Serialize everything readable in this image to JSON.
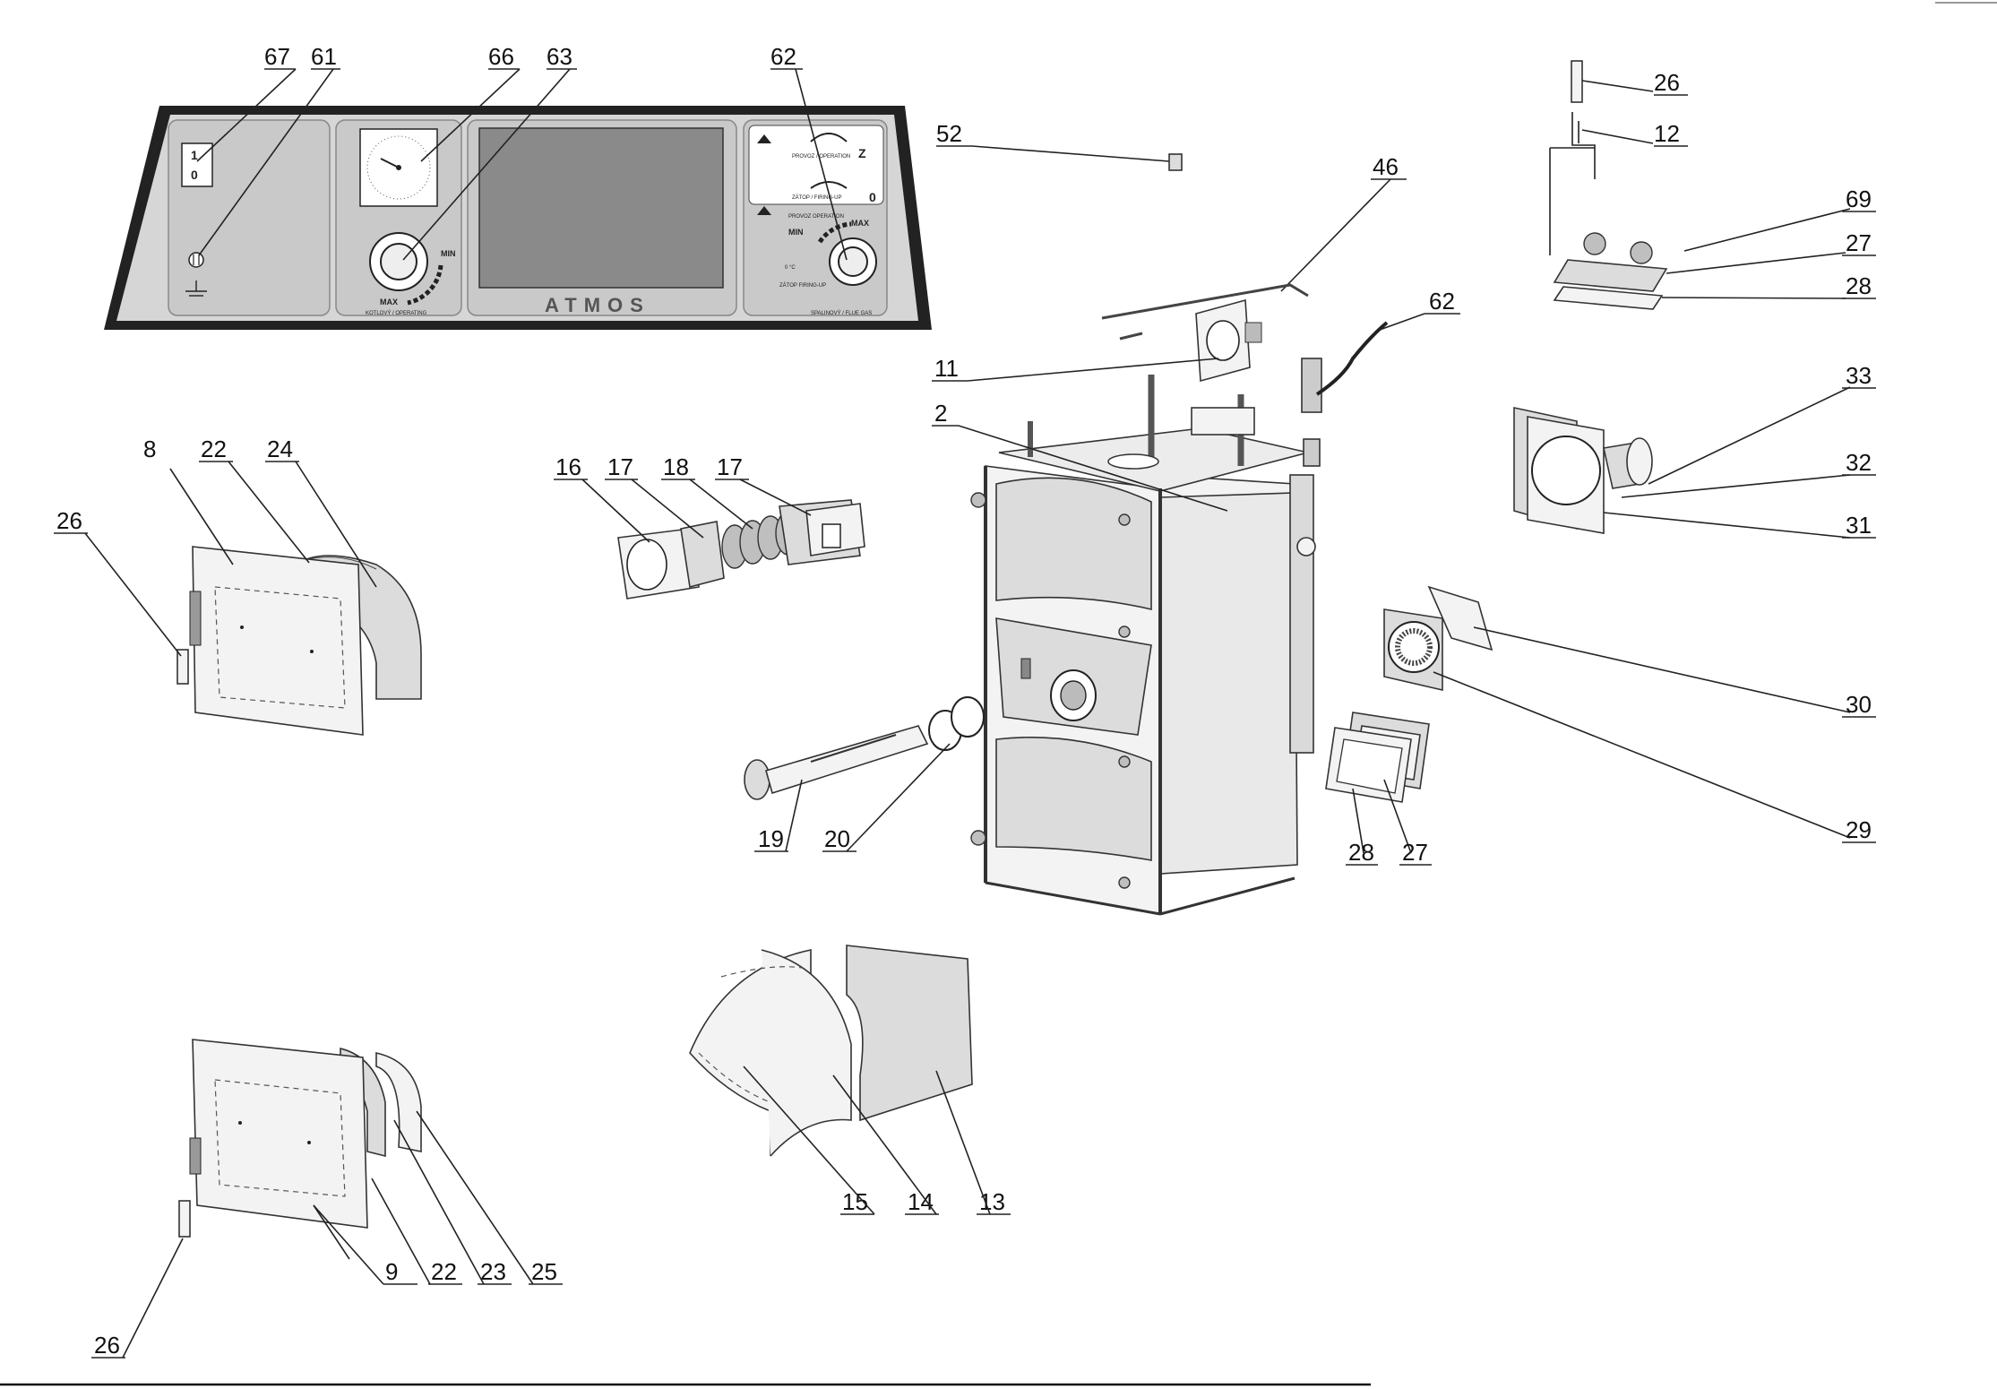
{
  "panel": {
    "brand": "ATMOS",
    "switch_on": "1",
    "switch_off": "0",
    "gauge_label": "KOTLOVÝ / OPERATING",
    "thermostat_min": "MIN",
    "thermostat_max": "MAX",
    "mode_operation": "PROVOZ / OPERATION",
    "mode_firing": "ZÁTOP / FIRING-UP",
    "mode_z": "Z",
    "mode_0": "0",
    "fluegas_operation": "PROVOZ OPERATION",
    "fluegas_firing": "ZÁTOP FIRING-UP",
    "fluegas_min": "MIN",
    "fluegas_max": "MAX",
    "fluegas_zero": "0 °C",
    "fluegas_label": "SPALINOVÝ / FLUE GAS"
  },
  "labels": {
    "p67": "67",
    "p61": "61",
    "p66": "66",
    "p63": "63",
    "p62a": "62",
    "p26a": "26",
    "p12": "12",
    "p69": "69",
    "p27a": "27",
    "p28a": "28",
    "p52": "52",
    "p46": "46",
    "p62b": "62",
    "p11": "11",
    "p2": "2",
    "p33": "33",
    "p32": "32",
    "p31": "31",
    "p8": "8",
    "p22a": "22",
    "p24": "24",
    "p26b": "26",
    "p16": "16",
    "p17a": "17",
    "p18": "18",
    "p17b": "17",
    "p30": "30",
    "p29": "29",
    "p19": "19",
    "p20": "20",
    "p28b": "28",
    "p27b": "27",
    "p15": "15",
    "p14": "14",
    "p13": "13",
    "p9": "9",
    "p22b": "22",
    "p23": "23",
    "p25": "25",
    "p26c": "26"
  }
}
